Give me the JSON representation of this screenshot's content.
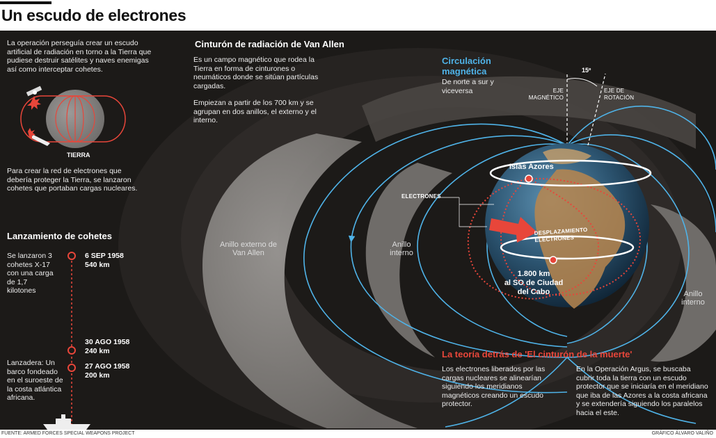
{
  "header": {
    "title": "Un escudo de electrones"
  },
  "intro": {
    "text": "La operación perseguía crear un escudo artificial de radiación en torno a la Tierra que pudiese destruir satélites y naves enemigas así como interceptar cohetes.",
    "earth_label": "TIERRA",
    "text2": "Para crear la red de electrones que debería proteger la Tierra, se lanzaron cohetes que portaban cargas nucleares."
  },
  "launch": {
    "title": "Lanzamiento de cohetes",
    "desc": "Se lanzaron 3 cohetes X-17 con una carga de 1,7 kilotones",
    "events": [
      {
        "date": "6 SEP 1958",
        "km": "540 km"
      },
      {
        "date": "30 AGO 1958",
        "km": "240 km"
      },
      {
        "date": "27 AGO 1958",
        "km": "200 km"
      }
    ],
    "ship_text": "Lanzadera: Un barco fondeado en el suroeste de la costa atlántica africana."
  },
  "vanallen": {
    "title": "Cinturón de radiación de Van Allen",
    "p1": "Es un campo magnético que rodea la Tierra en forma de cinturones o neumáticos donde se sitúan partículas cargadas.",
    "p2": "Empiezan a partir de los 700 km y se agrupan en dos anillos, el externo y el interno.",
    "outer_label": "Anillo externo de Van Allen",
    "inner_label": "Anillo interno",
    "inner_right_label": "Anillo interno"
  },
  "circulation": {
    "title": "Circulación magnética",
    "text": "De norte a sur y viceversa",
    "angle": "15º",
    "axis_mag": "EJE MAGNÉTICO",
    "axis_rot": "EJE DE ROTACIÓN"
  },
  "globe": {
    "azores": "Islas Azores",
    "electrons": "ELECTRONES",
    "displacement": "DESPLAZAMIENTO ELECTRONES",
    "km_line1": "1.800 km",
    "km_line2": "al SO de Ciudad",
    "km_line3": "del Cabo"
  },
  "theory": {
    "title": "La teoría detrás de 'El cinturón de la muerte'",
    "p1": "Los electrones liberados por las cargas nucleares se alinearían siguiendo los meridianos magnéticos creando un escudo protector.",
    "p2": "En la Operación Argus, se buscaba cubrir toda la tierra con un escudo protector que se iniciaría en el meridiano que iba de las Azores a la costa africana y se extendería siguiendo los paralelos hacia el este."
  },
  "footer": {
    "source": "FUENTE: ARMED FORCES SPECIAL WEAPONS PROJECT",
    "credit": "GRÁFICO ÁLVARO VALIÑO"
  },
  "colors": {
    "accent_red": "#e8463a",
    "field_blue": "#4fb3e8",
    "belt_gray": "#8c8986",
    "panel": "#1c1a18"
  }
}
